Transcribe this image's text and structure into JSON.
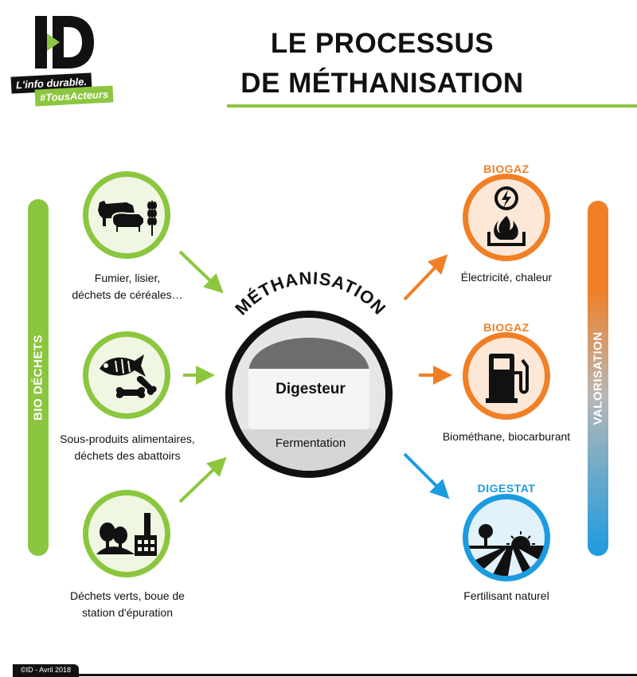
{
  "logo": {
    "text": "ID",
    "tagline": "L'info durable.",
    "hashtag": "#TousActeurs"
  },
  "title": {
    "line1": "LE PROCESSUS",
    "line2": "DE MÉTHANISATION"
  },
  "left_bar_label": "BIO DÉCHETS",
  "right_bar_label": "VALORISATION",
  "inputs": [
    {
      "caption_line1": "Fumier, lisier,",
      "caption_line2": "déchets de céréales…",
      "icon": "cow-pig-wheat-icon"
    },
    {
      "caption_line1": "Sous-produits alimentaires,",
      "caption_line2": "déchets des abattoirs",
      "icon": "fish-bone-icon"
    },
    {
      "caption_line1": "Déchets verts, boue de",
      "caption_line2": "station d'épuration",
      "icon": "trees-factory-icon"
    }
  ],
  "center": {
    "arc_label": "MÉTHANISATION",
    "label": "Digesteur",
    "sub": "Fermentation"
  },
  "outputs": [
    {
      "badge": "BIOGAZ",
      "caption": "Électricité, chaleur",
      "icon": "lightning-fire-icon",
      "color": "#f07f26"
    },
    {
      "badge": "BIOGAZ",
      "caption": "Biométhane, biocarburant",
      "icon": "fuel-pump-icon",
      "color": "#f07f26"
    },
    {
      "badge": "DIGESTAT",
      "caption": "Fertilisant naturel",
      "icon": "field-sun-icon",
      "color": "#1c9be0"
    }
  ],
  "colors": {
    "green": "#8cc63f",
    "orange": "#f07f26",
    "blue": "#1c9be0",
    "dark": "#111111"
  },
  "footer": "©ID - Avril 2018"
}
